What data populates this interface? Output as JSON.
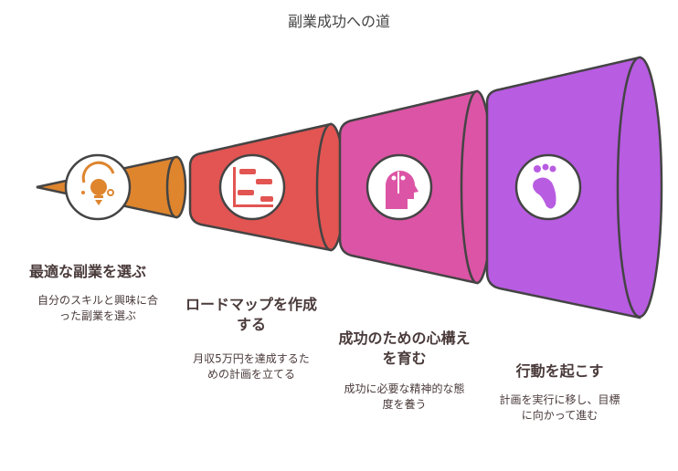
{
  "title": "副業成功への道",
  "colors": {
    "orange": "#de852e",
    "red": "#e25552",
    "pink": "#dc54a5",
    "purple": "#b85ce2",
    "outline": "#444444"
  },
  "stages": [
    {
      "heading": "最適な副業を選ぶ",
      "description": "自分のスキルと興味に合った副業を選ぶ",
      "icon": "lightbulb-icon"
    },
    {
      "heading": "ロードマップを作成する",
      "description": "月収5万円を達成するための計画を立てる",
      "icon": "gantt-chart-icon"
    },
    {
      "heading": "成功のための心構えを育む",
      "description": "成功に必要な精神的な態度を養う",
      "icon": "head-mind-icon"
    },
    {
      "heading": "行動を起こす",
      "description": "計画を実行に移し、目標に向かって進む",
      "icon": "footprint-icon"
    }
  ]
}
